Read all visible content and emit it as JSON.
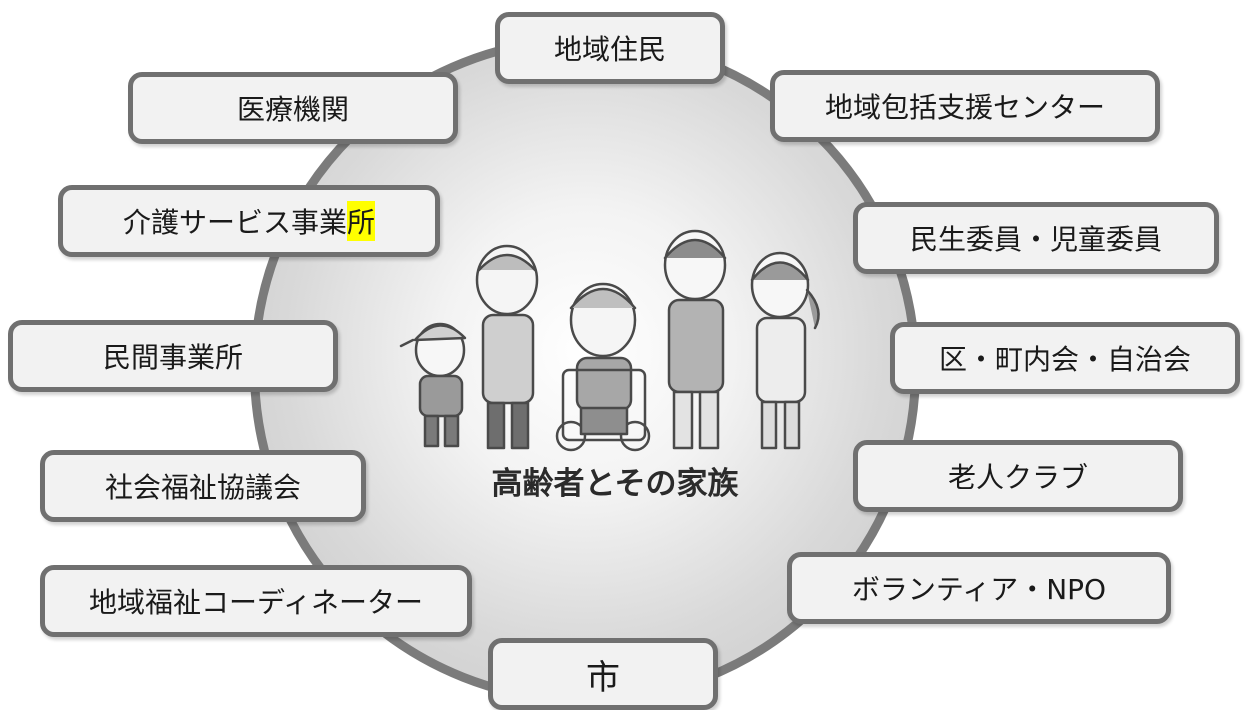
{
  "center": {
    "label": "高齢者とその家族"
  },
  "nodes": {
    "chiiki_jumin": "地域住民",
    "houkatsu": "地域包括支援センター",
    "iryou": "医療機関",
    "kaigo_prefix": "介護サービス事業",
    "kaigo_highlight": "所",
    "minsei": "民生委員・児童委員",
    "minkan": "民間事業所",
    "chounaikai": "区・町内会・自治会",
    "shakyo": "社会福祉協議会",
    "roujin": "老人クラブ",
    "coordinator": "地域福祉コーディネーター",
    "volunteer": "ボランティア・NPO",
    "shi": "市"
  },
  "colors": {
    "ring": "#7b7b7b",
    "box_fill": "#f2f2f2",
    "box_border": "#707070",
    "highlight": "#ffff00"
  },
  "icons": [
    "family-illustration"
  ]
}
